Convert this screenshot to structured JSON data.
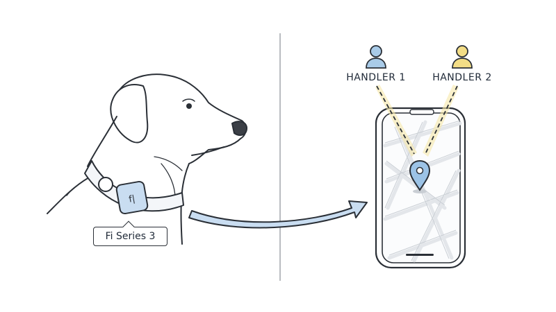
{
  "handlers": [
    {
      "label": "HANDLER 1",
      "icon": "person-icon",
      "color": "#a9cbe8"
    },
    {
      "label": "HANDLER 2",
      "icon": "person-icon",
      "color": "#f3dd86"
    }
  ],
  "device": {
    "label": "Fi Series 3",
    "collar_mark": "f|",
    "collar_color": "#c9ddf1"
  },
  "colors": {
    "line": "#2a2f36",
    "divider": "#b9bcc0",
    "arrow_fill": "#c9ddf1",
    "pin": "#9cc3e6",
    "signal": "#f3d774",
    "map_roads": "#e3e6ea"
  }
}
